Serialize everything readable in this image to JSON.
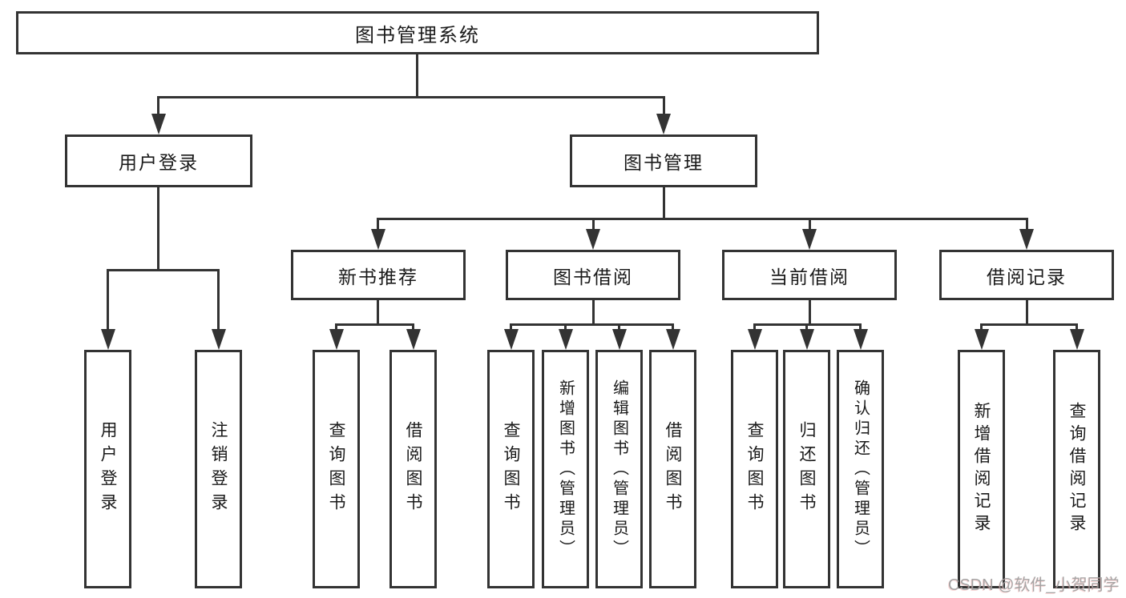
{
  "tree": {
    "label": "图书管理系统",
    "children": [
      {
        "label": "用户登录",
        "children": [
          {
            "label": "用户登录"
          },
          {
            "label": "注销登录"
          }
        ]
      },
      {
        "label": "图书管理",
        "children": [
          {
            "label": "新书推荐",
            "children": [
              {
                "label": "查询图书"
              },
              {
                "label": "借阅图书"
              }
            ]
          },
          {
            "label": "图书借阅",
            "children": [
              {
                "label": "查询图书"
              },
              {
                "label": "新增图书（管理员）"
              },
              {
                "label": "编辑图书（管理员）"
              },
              {
                "label": "借阅图书"
              }
            ]
          },
          {
            "label": "当前借阅",
            "children": [
              {
                "label": "查询图书"
              },
              {
                "label": "归还图书"
              },
              {
                "label": "确认归还（管理员）"
              }
            ]
          },
          {
            "label": "借阅记录",
            "children": [
              {
                "label": "新增借阅记录"
              },
              {
                "label": "查询借阅记录"
              }
            ]
          }
        ]
      }
    ]
  },
  "watermark": {
    "text": "CSDN @软件_小贺同学"
  },
  "colors": {
    "line": "#333333",
    "text": "#1a1a1a",
    "background": "#ffffff",
    "watermark": "#9e9e9e"
  }
}
